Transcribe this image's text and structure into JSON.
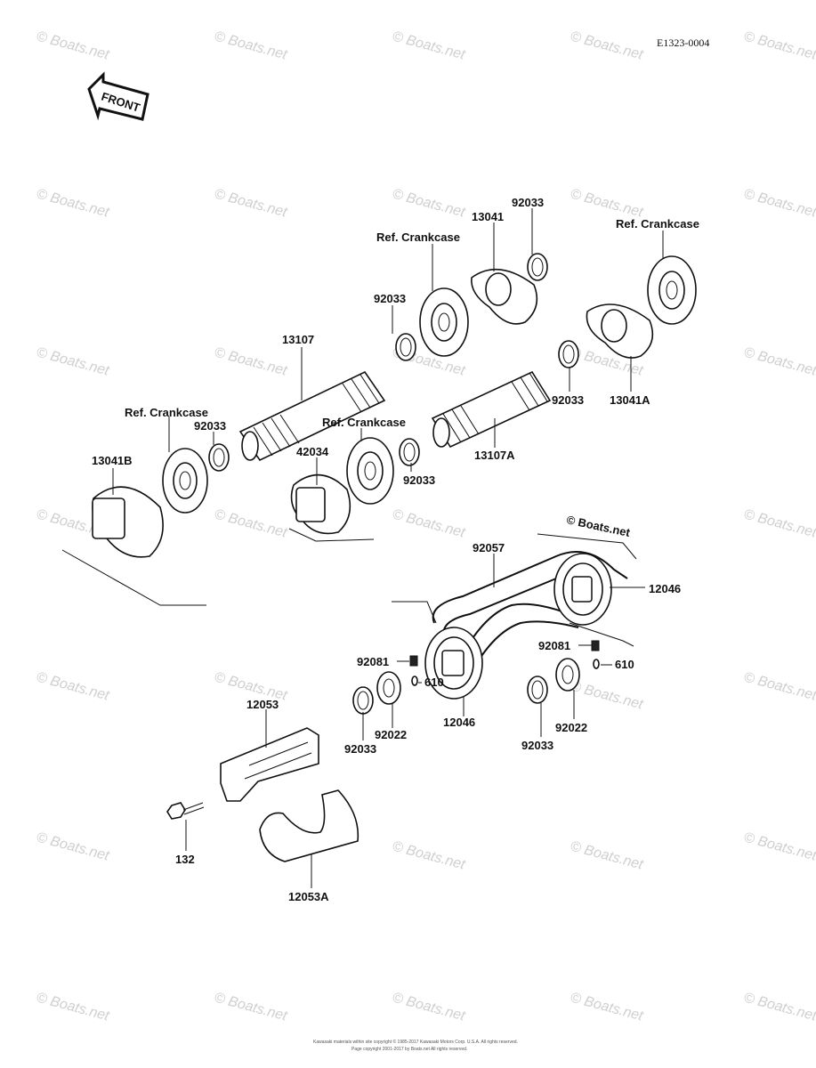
{
  "diagram_code": "E1323-0004",
  "front_label": "FRONT",
  "copyright_stamp": "© Boats.net",
  "watermark": "© Boats.net",
  "footer": {
    "line1": "Kawasaki materials within site copyright © 1985-2017 Kawasaki Motors Corp. U.S.A. All rights reserved.",
    "line2": "Page copyright 2001-2017 by Boats.net All rights reserved."
  },
  "callouts": {
    "13107": "13107",
    "13107A": "13107A",
    "13041": "13041",
    "13041A": "13041A",
    "13041B": "13041B",
    "92033_top": "92033",
    "92033_upper_mid": "92033",
    "92033_right_mid": "92033",
    "92033_left": "92033",
    "92033_center": "92033",
    "92033_bottom_left": "92033",
    "92033_bottom_right": "92033",
    "crankcase_1": "Ref. Crankcase",
    "crankcase_2": "Ref. Crankcase",
    "crankcase_3": "Ref. Crankcase",
    "crankcase_4": "Ref. Crankcase",
    "42034": "42034",
    "92057": "92057",
    "12046_right": "12046",
    "12046_left": "12046",
    "92081_left": "92081",
    "92081_right": "92081",
    "610_left": "610",
    "610_right": "610",
    "92022_left": "92022",
    "92022_right": "92022",
    "12053": "12053",
    "12053A": "12053A",
    "132": "132"
  }
}
